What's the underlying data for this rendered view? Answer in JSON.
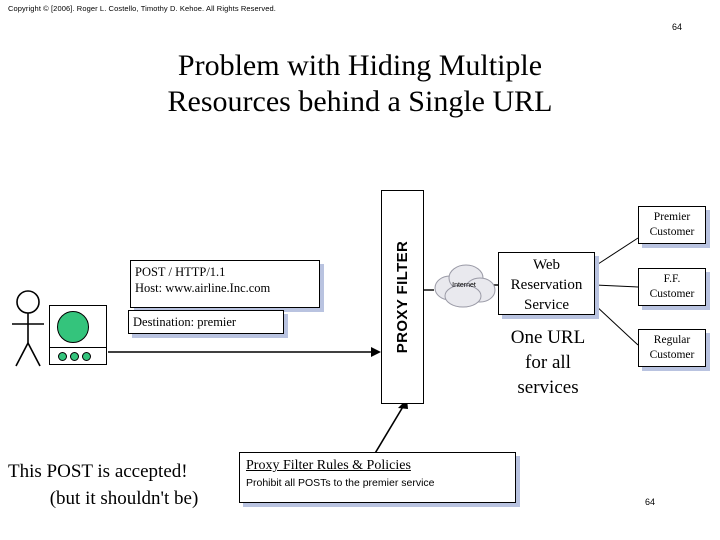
{
  "copyright": "Copyright © [2006]. Roger L. Costello, Timothy D. Kehoe.  All Rights Reserved.",
  "slide_number_top": "64",
  "slide_number_bottom": "64",
  "title": {
    "line1": "Problem with Hiding Multiple",
    "line2": "Resources behind a Single URL"
  },
  "message": {
    "line1": "POST / HTTP/1.1",
    "line2": "Host: www.airline.Inc.com",
    "destination": "Destination: premier"
  },
  "proxy_filter": {
    "label": "PROXY FILTER"
  },
  "cloud": {
    "label": "Internet"
  },
  "web_service": {
    "line1": "Web",
    "line2": "Reservation",
    "line3": "Service"
  },
  "one_url": {
    "line1": "One URL",
    "line2": "for all",
    "line3": "services"
  },
  "customers": [
    {
      "line1": "Premier",
      "line2": "Customer"
    },
    {
      "line1": "F.F.",
      "line2": "Customer"
    },
    {
      "line1": "Regular",
      "line2": "Customer"
    }
  ],
  "rules": {
    "title": "Proxy Filter Rules & Policies",
    "text": "Prohibit all POSTs to the premier service"
  },
  "accepted": {
    "line1": "This POST is accepted!",
    "line2": "(but it shouldn't be)"
  },
  "colors": {
    "shadow": "#b9c3e0",
    "screen_green": "#34c47c",
    "line": "#000000",
    "cloud_fill": "#e9e9ee"
  }
}
